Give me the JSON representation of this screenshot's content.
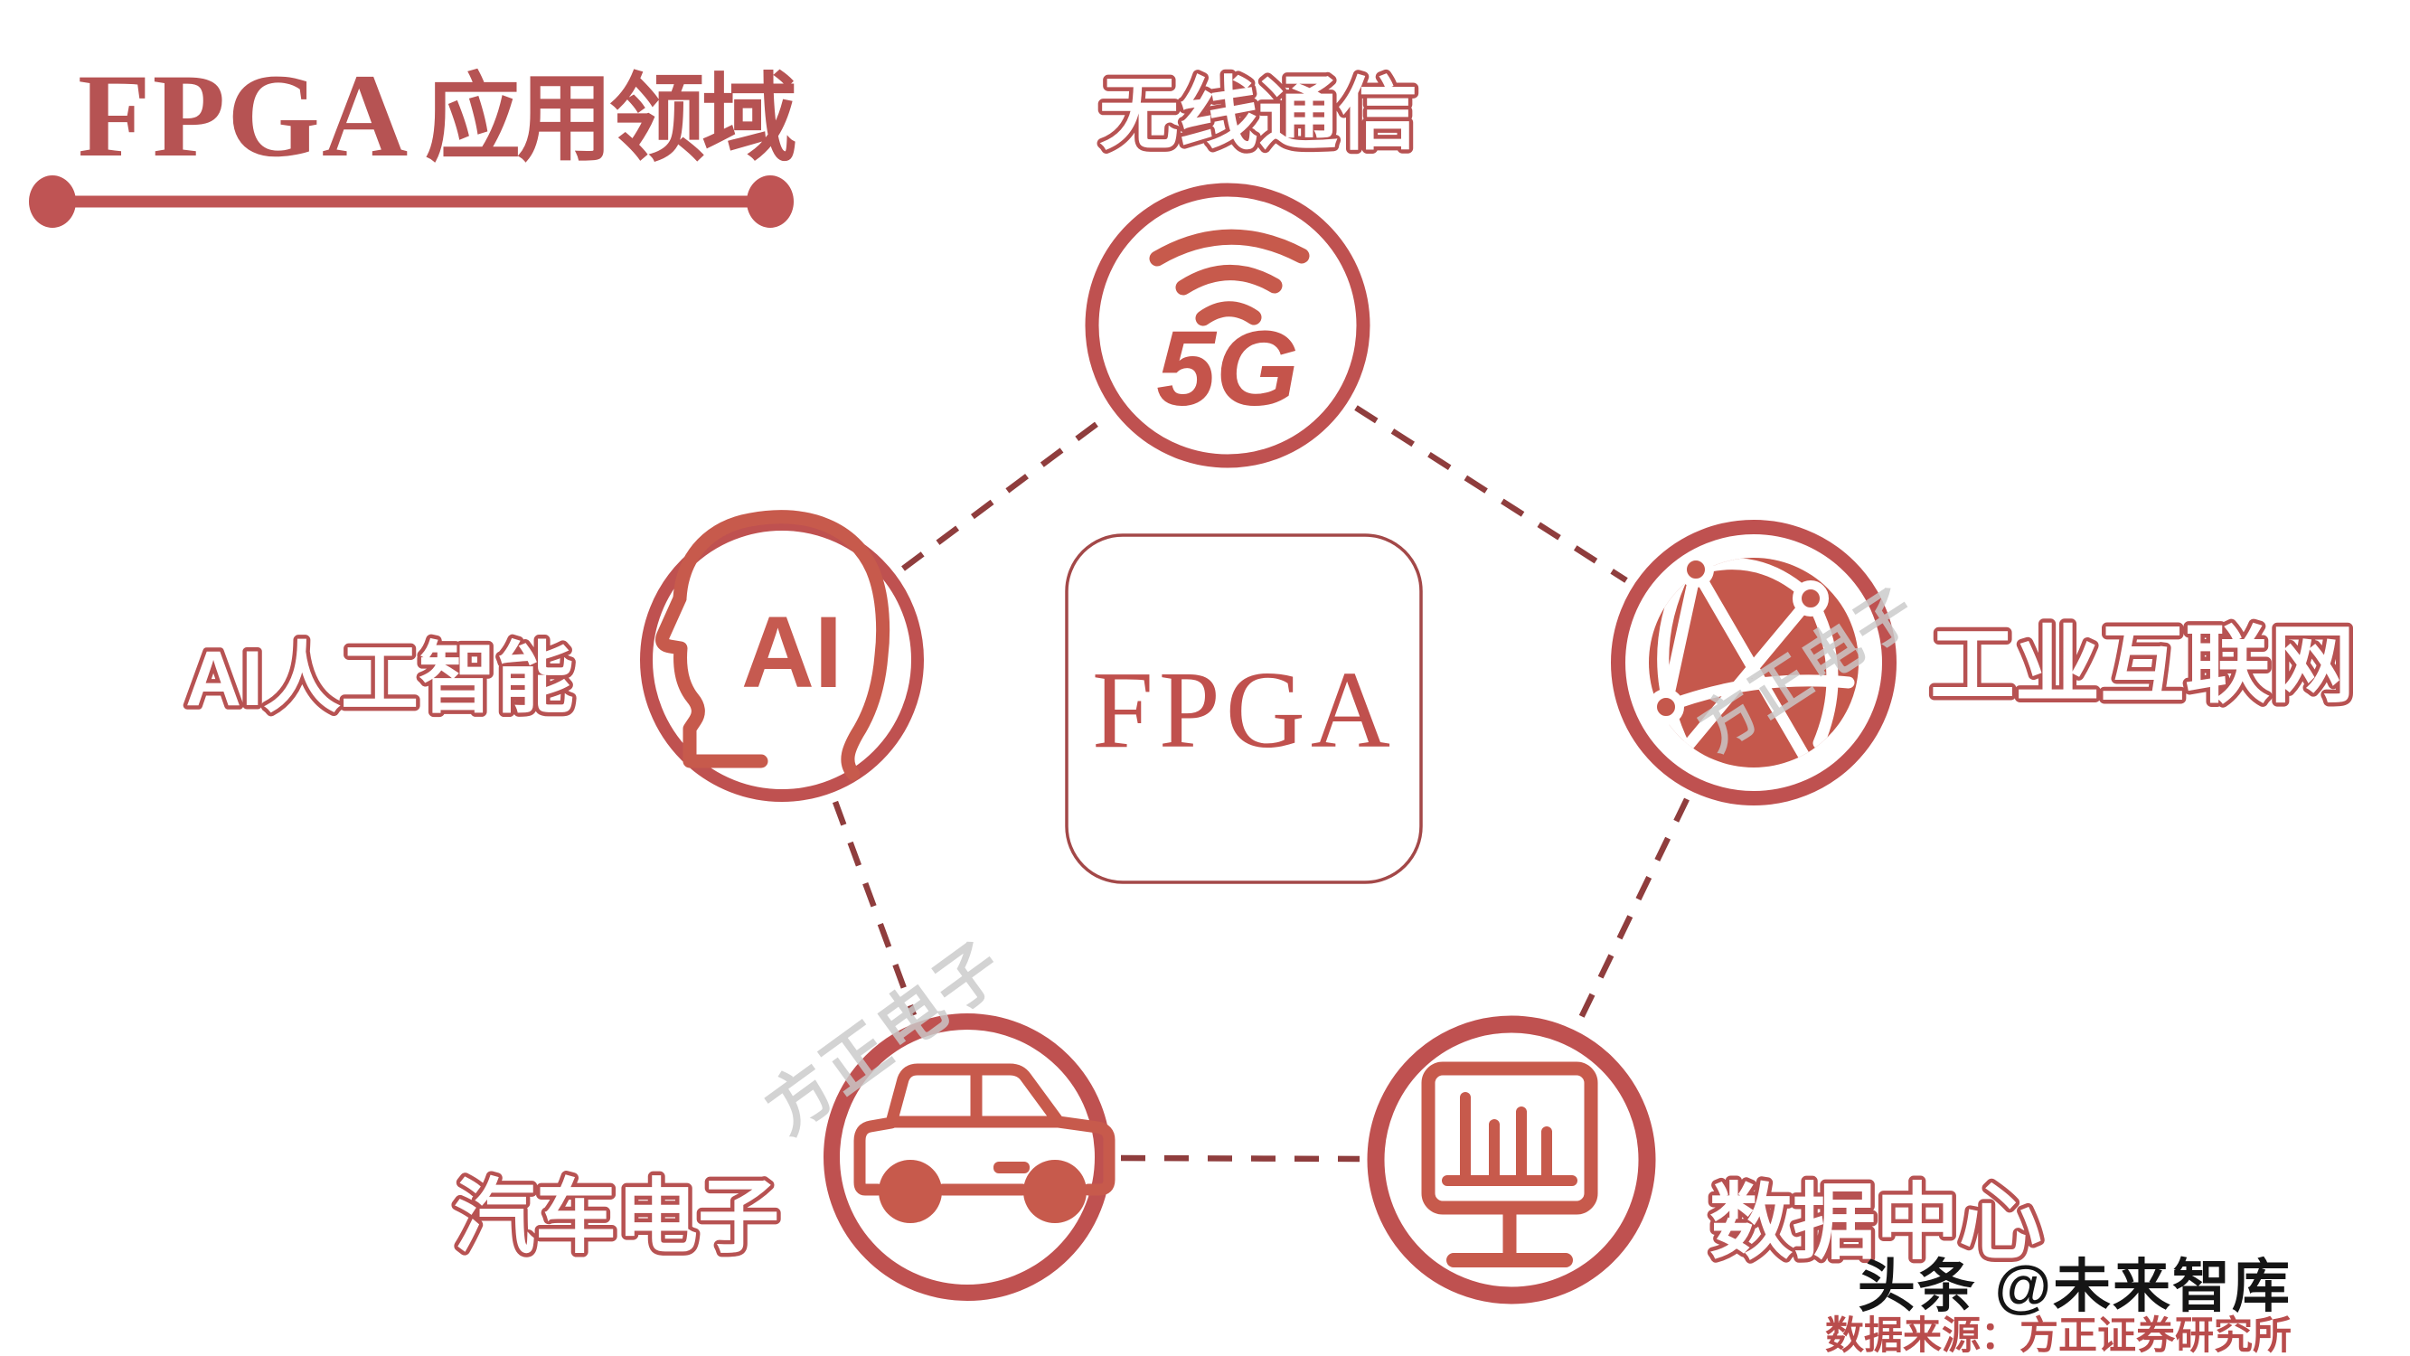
{
  "header": {
    "title_en": "FPGA",
    "title_zh": "应用领域"
  },
  "center_chip": {
    "label": "FPGA"
  },
  "nodes": [
    {
      "id": "wireless",
      "label": "无线通信",
      "icon": "wifi-5g-icon",
      "badge": "5G"
    },
    {
      "id": "ai",
      "label": "AI人工智能",
      "icon": "ai-head-profile-icon",
      "badge": "AI"
    },
    {
      "id": "industrial_internet",
      "label": "工业互联网",
      "icon": "globe-network-icon"
    },
    {
      "id": "automotive",
      "label": "汽车电子",
      "icon": "suv-car-icon"
    },
    {
      "id": "data_center",
      "label": "数据中心",
      "icon": "monitor-bar-chart-icon"
    }
  ],
  "connectors": [
    "ai-wireless",
    "wireless-industrial",
    "ai-automotive",
    "industrial-datacenter",
    "automotive-datacenter"
  ],
  "watermarks": [
    {
      "text": "方正电子"
    },
    {
      "text": "方正电子"
    }
  ],
  "footer": {
    "byline": "头条 @未来智库",
    "source": "数据来源：方正证券研究所"
  },
  "colors": {
    "ring": "#bf5150",
    "icon_accent": "#c75a4c",
    "label_outline": "#b75252",
    "dash": "#8f3d3d",
    "title": "#b65353",
    "byline_text": "#151515",
    "source_text": "#b94c4c",
    "watermark": "#cacaca",
    "background": "#ffffff"
  }
}
